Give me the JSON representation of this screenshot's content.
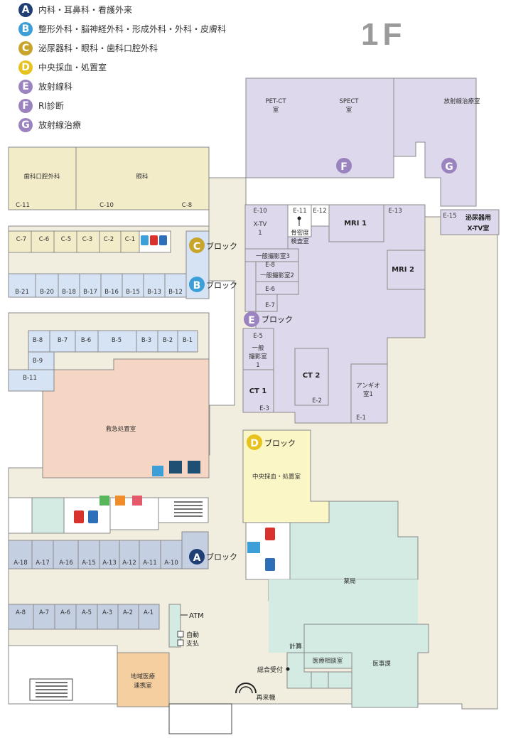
{
  "floor_label": "1F",
  "colors": {
    "A": "#1f3e73",
    "B": "#3c9fd8",
    "C": "#c8a52a",
    "D": "#e8c21c",
    "E": "#9b83c0",
    "F": "#9b83c0",
    "G": "#9b83c0",
    "corridor": "#f1eedf",
    "room_yellow": "#f3ecc9",
    "room_blue": "#d6e3f4",
    "room_purple": "#ddd8ec",
    "room_teal": "#d3ebe3",
    "room_salmon": "#f5d6c4",
    "room_light_yellow": "#fbf6c5",
    "room_orange": "#f6cfa0"
  },
  "legend": [
    {
      "letter": "A",
      "text": "内科・耳鼻科・看護外来"
    },
    {
      "letter": "B",
      "text": "整形外科・脳神経外科・形成外科・外科・皮膚科"
    },
    {
      "letter": "C",
      "text": "泌尿器科・眼科・歯科口腔外科"
    },
    {
      "letter": "D",
      "text": "中央採血・処置室"
    },
    {
      "letter": "E",
      "text": "放射線科"
    },
    {
      "letter": "F",
      "text": "RI診断"
    },
    {
      "letter": "G",
      "text": "放射線治療"
    }
  ],
  "blocks": {
    "C": {
      "letter": "C",
      "label": "ブロック"
    },
    "B": {
      "letter": "B",
      "label": "ブロック"
    },
    "E": {
      "letter": "E",
      "label": "ブロック"
    },
    "D": {
      "letter": "D",
      "label": "ブロック"
    },
    "A": {
      "letter": "A",
      "label": "ブロック"
    },
    "F": {
      "letter": "F"
    },
    "G": {
      "letter": "G"
    }
  },
  "rooms": {
    "dental": "歯科口腔外科",
    "ophthalmology": "眼科",
    "pet_ct": "PET-CT",
    "pet_ct_2": "室",
    "spect": "SPECT",
    "spect_2": "室",
    "radiotherapy": "放射線治療室",
    "mri1": "MRI 1",
    "mri2": "MRI 2",
    "urology_xtv_1": "泌尿器用",
    "urology_xtv_2": "X-TV室",
    "xtv1_a": "X-TV",
    "xtv1_b": "1",
    "bone_1": "骨密度",
    "bone_2": "検査室",
    "general3": "一般撮影室3",
    "general2": "一般撮影室2",
    "general1_a": "一般",
    "general1_b": "撮影室",
    "general1_c": "1",
    "ct1": "CT 1",
    "ct2": "CT 2",
    "angio_1": "アンギオ",
    "angio_2": "室1",
    "emergency": "救急処置室",
    "central": "中央採血・処置室",
    "pharmacy": "薬局",
    "medical_affairs": "医事課",
    "consult": "医療相談室",
    "regional_1": "地域医療",
    "regional_2": "連携室",
    "atm": "ATM",
    "auto_1": "自動",
    "auto_2": "支払",
    "calc": "計算",
    "reception": "総合受付",
    "revisit": "再来機"
  },
  "codes": {
    "C": [
      "C-11",
      "C-10",
      "C-8",
      "C-7",
      "C-6",
      "C-5",
      "C-3",
      "C-2",
      "C-1"
    ],
    "B_top": [
      "B-21",
      "B-20",
      "B-18",
      "B-17",
      "B-16",
      "B-15",
      "B-13",
      "B-12"
    ],
    "B_mid": [
      "B-8",
      "B-7",
      "B-6",
      "B-5",
      "B-3",
      "B-2",
      "B-1"
    ],
    "B_side": [
      "B-9",
      "B-11"
    ],
    "E": [
      "E-10",
      "E-11",
      "E-12",
      "E-13",
      "E-15",
      "E-8",
      "E-6",
      "E-7",
      "E-5",
      "E-3",
      "E-2",
      "E-1"
    ],
    "A_top": [
      "A-18",
      "A-17",
      "A-16",
      "A-15",
      "A-13",
      "A-12",
      "A-11",
      "A-10"
    ],
    "A_bot": [
      "A-8",
      "A-7",
      "A-6",
      "A-5",
      "A-3",
      "A-2",
      "A-1"
    ]
  }
}
